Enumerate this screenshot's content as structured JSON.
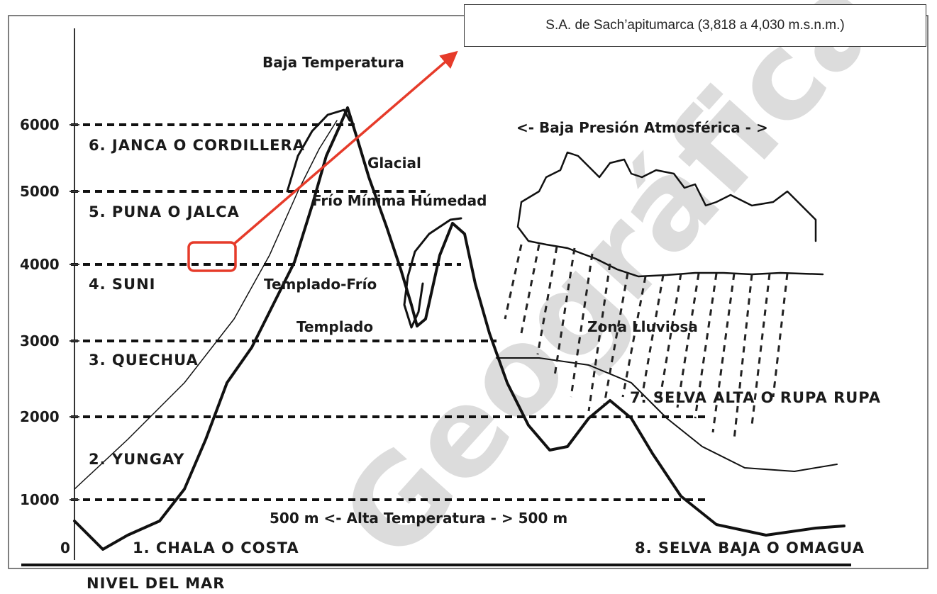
{
  "diagram": {
    "altitude_ticks": [
      "6000",
      "5000",
      "4000",
      "3000",
      "2000",
      "1000",
      "0"
    ],
    "top_label": "Baja Temperatura",
    "pressure_label": "<- Baja Presión Atmosférica - >",
    "zones": {
      "janca": "6.  JANCA O CORDILLERA",
      "puna": "5.  PUNA O JALCA",
      "suni": "4.  SUNI",
      "quechua": "3.  QUECHUA",
      "yungay": "2.  YUNGAY",
      "chala": "1.  CHALA O COSTA",
      "selva_alta": "7.  SELVA ALTA O RUPA RUPA",
      "selva_baja": "8.  SELVA BAJA O OMAGUA"
    },
    "climate_labels": {
      "glacial": "Glacial",
      "frio": "Frío Mínima Húmedad",
      "templado_frio": "Templado-Frío",
      "templado": "Templado",
      "zona_lluviosa": "Zona Lluviosa",
      "alta_temperatura": "500 m <- Alta Temperatura - > 500 m"
    },
    "sea_level_label": "NIVEL DEL MAR",
    "watermark": "Geográfica",
    "callout": {
      "text": "S.A. de Sach’apitumarca (3,818 a 4,030 m.s.n.m.)",
      "highlight_color": "#e63b2a"
    }
  }
}
